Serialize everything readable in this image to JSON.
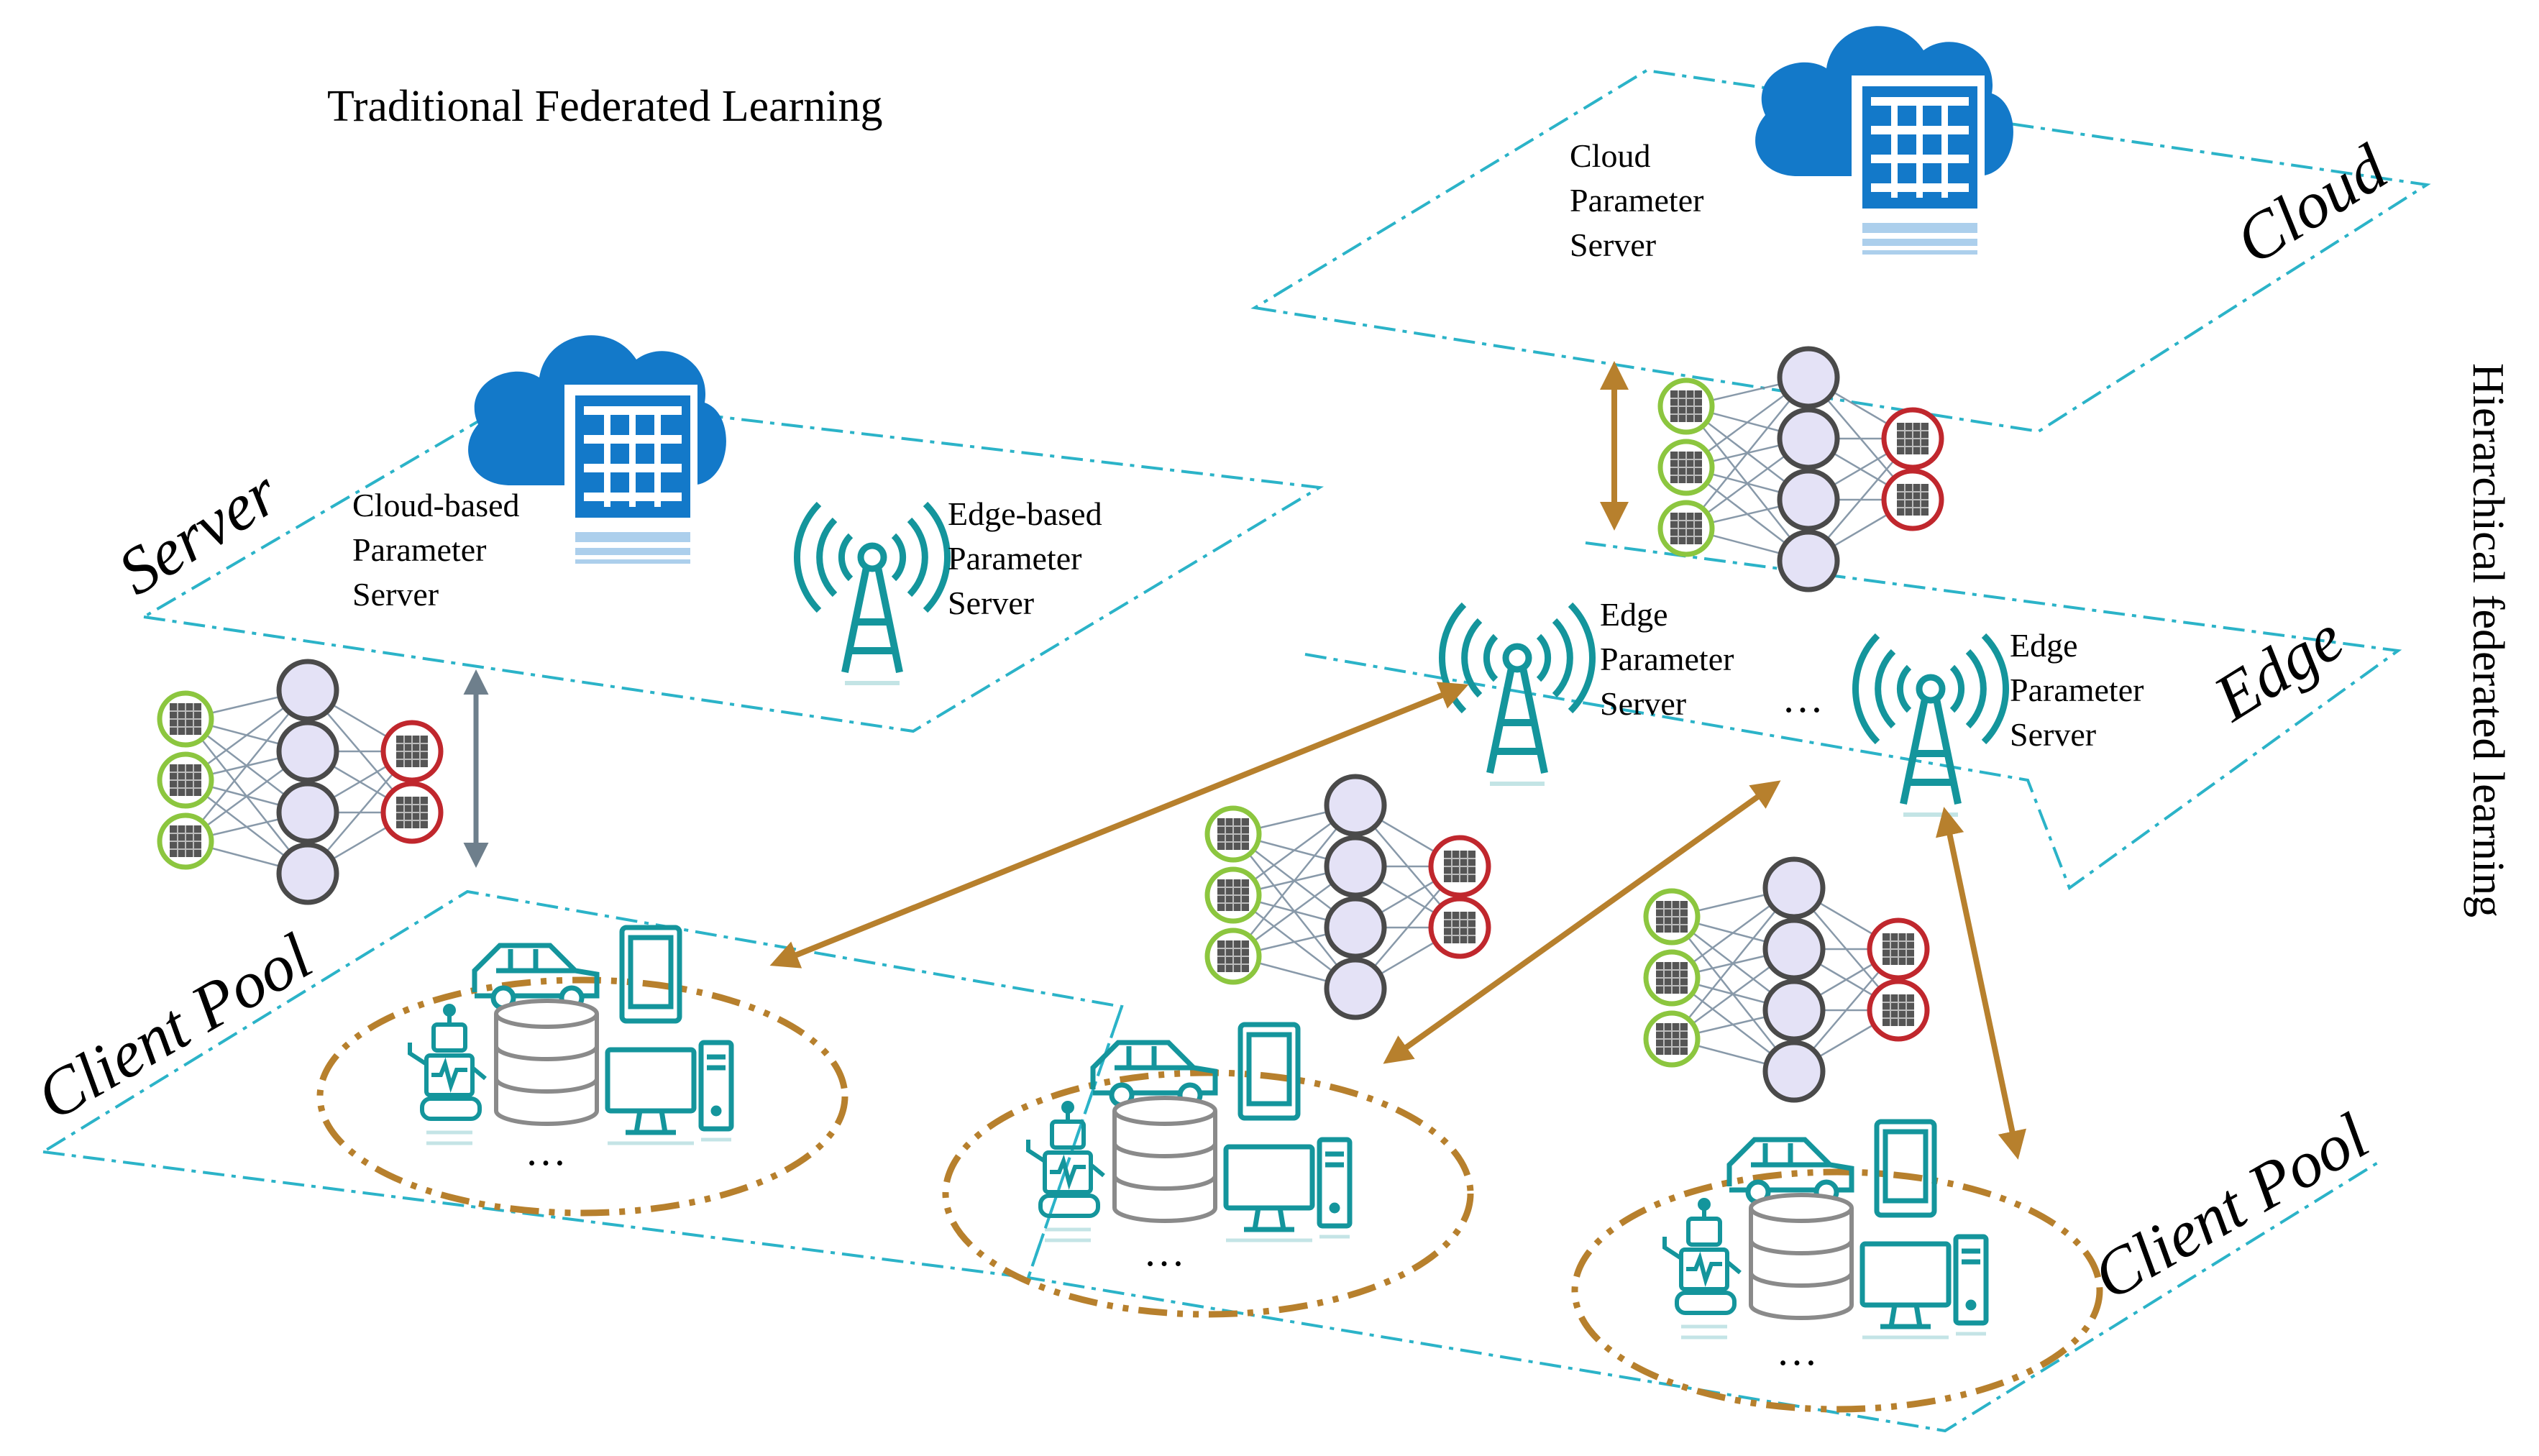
{
  "title": "Traditional Federated Learning",
  "side_title": "Hierarchical federated learning",
  "left": {
    "layer_server": "Server",
    "layer_client_pool": "Client Pool",
    "cloud_server_label": [
      "Cloud-based",
      "Parameter",
      "Server"
    ],
    "edge_server_label": [
      "Edge-based",
      "Parameter",
      "Server"
    ]
  },
  "right": {
    "layer_cloud": "Cloud",
    "layer_edge": "Edge",
    "layer_client_pool": "Client Pool",
    "cloud_server_label": [
      "Cloud",
      "Parameter",
      "Server"
    ],
    "edge_server_1_label": [
      "Edge",
      "Parameter",
      "Server"
    ],
    "edge_server_2_label": [
      "Edge",
      "Parameter",
      "Server"
    ]
  },
  "ellipsis": "…",
  "colors": {
    "plane_line": "#2bb3c8",
    "cloud_blue": "#1379c9",
    "device_teal": "#14959c",
    "arrow_brown": "#b7802d",
    "arrow_gray": "#6e7f8c",
    "node_fill": "#e4e2f6",
    "input_ring": "#8cc63f",
    "output_ring": "#c0272d"
  },
  "icons": [
    "cloud-server-icon",
    "antenna-tower-icon",
    "neural-network-icon",
    "robot-icon",
    "car-icon",
    "database-icon",
    "phone-icon",
    "computer-icon"
  ]
}
